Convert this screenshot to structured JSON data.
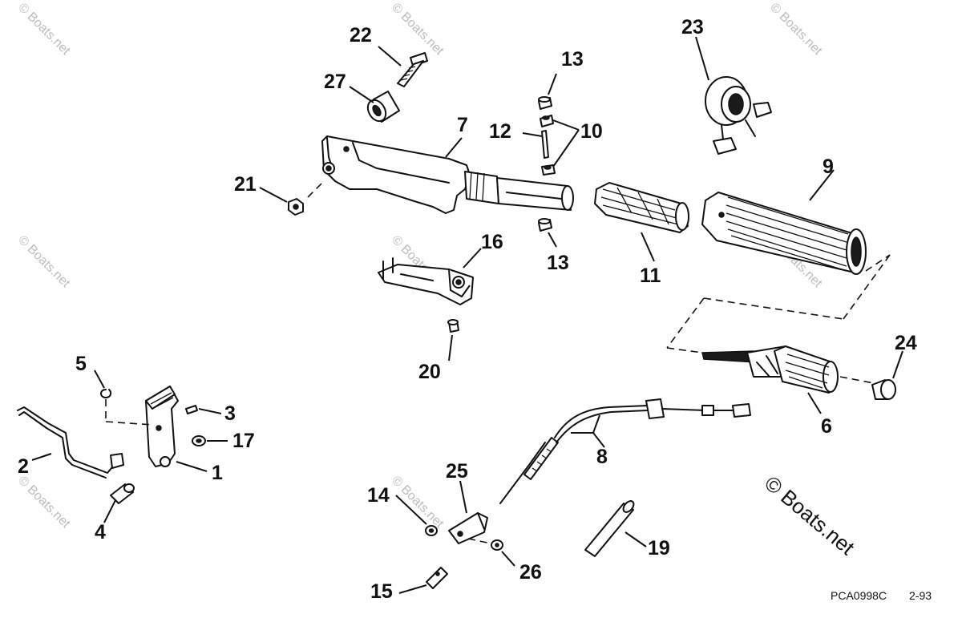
{
  "diagram": {
    "part_numbers": [
      "1",
      "2",
      "3",
      "4",
      "5",
      "6",
      "7",
      "8",
      "9",
      "10",
      "11",
      "12",
      "13",
      "13",
      "14",
      "15",
      "16",
      "17",
      "19",
      "20",
      "21",
      "22",
      "23",
      "24",
      "25",
      "26",
      "27"
    ],
    "watermark_text": "© Boats.net",
    "corner_watermark": "© Boats.net",
    "figure_code": "PCA0998C",
    "date_code": "2-93"
  }
}
